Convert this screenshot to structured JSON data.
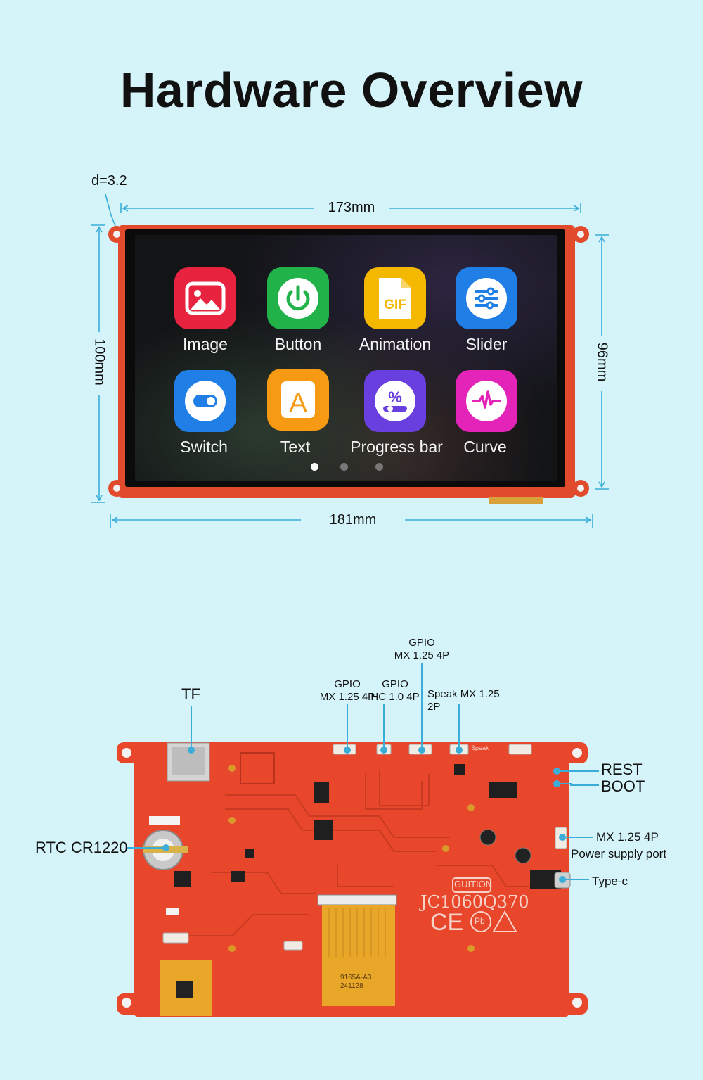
{
  "page": {
    "title": "Hardware Overview"
  },
  "dimensions": {
    "hole": "d=3.2",
    "top_width": "173mm",
    "bottom_width": "181mm",
    "left_height": "100mm",
    "right_height": "96mm"
  },
  "apps": [
    {
      "label": "Image",
      "icon": "image-icon",
      "color": "#e8233f"
    },
    {
      "label": "Button",
      "icon": "power-icon",
      "color": "#21b34a"
    },
    {
      "label": "Animation",
      "icon": "gif-icon",
      "color": "#f5b800"
    },
    {
      "label": "Slider",
      "icon": "slider-icon",
      "color": "#1f7fe6"
    },
    {
      "label": "Switch",
      "icon": "toggle-icon",
      "color": "#1f7fe6"
    },
    {
      "label": "Text",
      "icon": "letter-a-icon",
      "color": "#f59a12"
    },
    {
      "label": "Progress bar",
      "icon": "percent-icon",
      "color": "#6a3fe0"
    },
    {
      "label": "Curve",
      "icon": "waveform-icon",
      "color": "#e424b8"
    }
  ],
  "icon_glyphs": {
    "gif": "GIF",
    "letter_a": "A",
    "percent": "%"
  },
  "pager": {
    "pages": 3,
    "active": 1
  },
  "board": {
    "labels": {
      "tf": "TF",
      "gpio1_line1": "GPIO",
      "gpio1_line2": "MX 1.25 4P",
      "gpio2_line1": "GPIO",
      "gpio2_line2": "HC 1.0 4P",
      "gpio3_line1": "GPIO",
      "gpio3_line2": "MX 1.25 4P",
      "speak": "Speak MX 1.25 2P",
      "rest": "REST",
      "boot": "BOOT",
      "rtc": "RTC CR1220",
      "power_line1": "MX 1.25 4P",
      "power_line2": "Power supply port",
      "typec": "Type-c"
    },
    "silkscreen": {
      "brand": "GUITION",
      "model": "JC1060Q370",
      "fpc": "9165A-A3",
      "fpc_code": "241128",
      "ce": "CE",
      "pb": "Pb",
      "speak_silk": "Speak"
    }
  }
}
